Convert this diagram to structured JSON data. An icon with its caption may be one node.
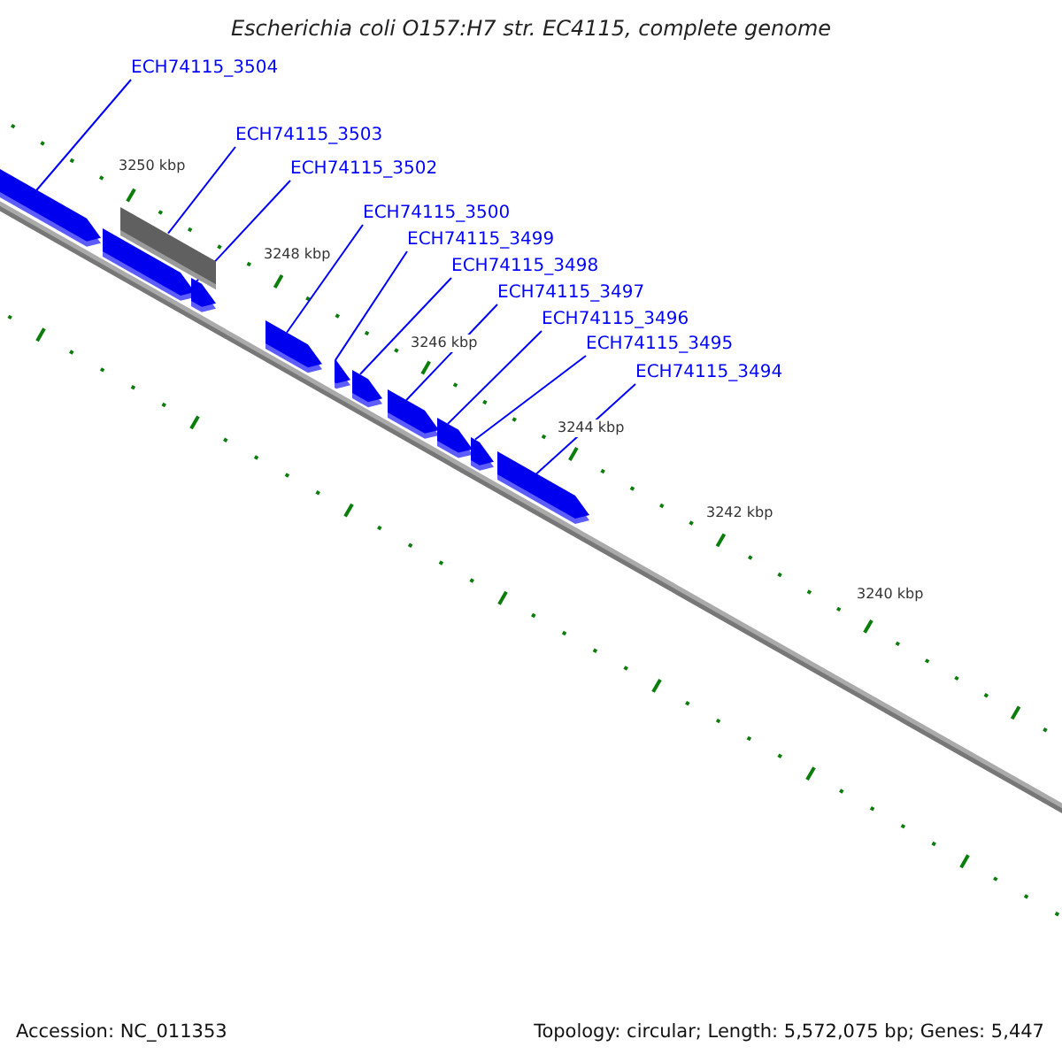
{
  "diagram": {
    "title": "Escherichia coli O157:H7 str. EC4115, complete genome",
    "nodes": [
      {
        "text": [
          "ECH74115_3504"
        ]
      },
      {
        "text": [
          "ECH74115_3503"
        ]
      },
      {
        "text": [
          "ECH74115_3502"
        ]
      },
      {
        "text": [
          "ECH74115_3500"
        ]
      },
      {
        "text": [
          "ECH74115_3499"
        ]
      },
      {
        "text": [
          "ECH74115_3498"
        ]
      },
      {
        "text": [
          "ECH74115_3497"
        ]
      },
      {
        "text": [
          "ECH74115_3496"
        ]
      },
      {
        "text": [
          "ECH74115_3495"
        ]
      },
      {
        "text": [
          "ECH74115_3494"
        ]
      },
      {
        "text": [],
        "shape": "bar"
      },
      {
        "text": [],
        "shape": "bar"
      },
      {
        "text": [],
        "shape": "bar"
      },
      {
        "text": [],
        "shape": "bar"
      },
      {
        "text": [],
        "shape": "bar"
      },
      {
        "text": [],
        "shape": "bar"
      },
      {
        "text": [],
        "shape": "bar"
      },
      {
        "text": [],
        "shape": "bar"
      },
      {
        "text": [],
        "shape": "bar"
      },
      {
        "text": [],
        "shape": "bar"
      },
      {
        "text": [],
        "shape": "bar"
      }
    ],
    "edges": [
      {
        "from": 0,
        "to": 10,
        "arrow": "none"
      },
      {
        "from": 1,
        "to": 11,
        "arrow": "none"
      },
      {
        "from": 2,
        "to": 13,
        "arrow": "none"
      },
      {
        "from": 3,
        "to": 14,
        "arrow": "none"
      },
      {
        "from": 4,
        "to": 15,
        "arrow": "none"
      },
      {
        "from": 5,
        "to": 16,
        "arrow": "none"
      },
      {
        "from": 6,
        "to": 17,
        "arrow": "none"
      },
      {
        "from": 7,
        "to": 18,
        "arrow": "none"
      },
      {
        "from": 8,
        "to": 19,
        "arrow": "none"
      },
      {
        "from": 9,
        "to": 20,
        "arrow": "none"
      }
    ],
    "labels": [
      "3250 kbp",
      "3248 kbp",
      "3246 kbp",
      "3244 kbp",
      "3242 kbp",
      "3240 kbp",
      "Accession: NC_011353",
      "Topology: circular; Length: 5,572,075 bp; Genes: 5,447"
    ]
  }
}
